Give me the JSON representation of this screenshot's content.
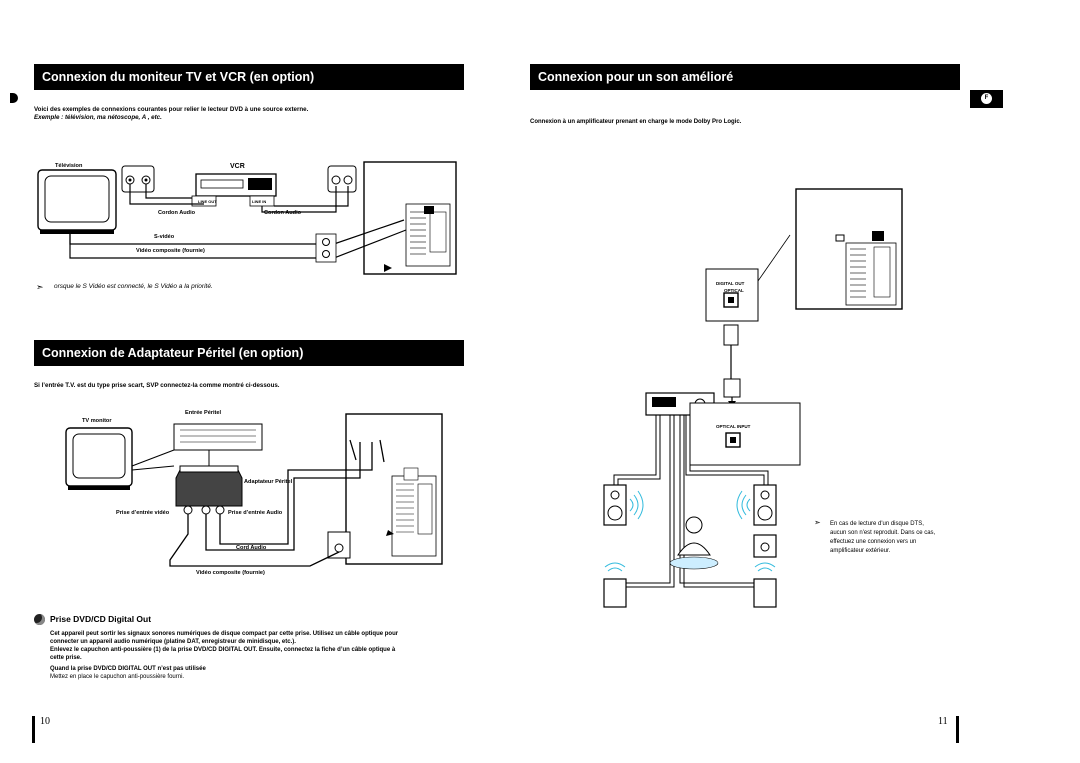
{
  "left_page": {
    "section1": {
      "title": "Connexion du moniteur TV et VCR (en option)",
      "intro_line1": "Voici des exemples de connexions courantes pour relier le lecteur DVD à une source externe.",
      "intro_line2": "Exemple : télévision, ma  nétoscope,  A             , etc.",
      "labels": {
        "television": "Télévision",
        "vcr": "VCR",
        "line_out": "LINE OUT",
        "line_in": "LINE IN",
        "cordon_audio_1": "Cordon Audio",
        "cordon_audio_2": "Cordon Audio",
        "s_video": "S-vidéo",
        "video_composite": "Vidéo composite (fournie)"
      },
      "note": "orsque le S Vidéo est connecté, le S Vidéo a la priorité."
    },
    "section2": {
      "title": "Connexion de Adaptateur Péritel (en option)",
      "intro": "Si l’entrée T.V. est du type prise scart, SVP connectez-la comme montré ci-dessous.",
      "labels": {
        "tv_monitor": "TV monitor",
        "entree_peritel": "Entrée Péritel",
        "adaptateur": "Adaptateur Péritel",
        "prise_video": "Prise d’entrée vidéo",
        "prise_audio": "Prise d’entrée Audio",
        "cord_audio": "Cord Audio",
        "video_composite": "Vidéo composite (fournie)"
      }
    },
    "section3": {
      "title": "Prise DVD/CD Digital Out",
      "p1_line1": "Cet appareil peut sortir les signaux sonores numériques de disque compact par cette prise. Utilisez un câble optique pour",
      "p1_line2": "connecter un appareil audio numérique (platine DAT, enregistreur de minidisque, etc.).",
      "p2_line1": "Enlevez le capuchon anti-poussière (1) de la prise DVD/CD DIGITAL OUT. Ensuite, connectez la fiche d’un câble optique à",
      "p2_line2": "cette prise.",
      "p3": "Quand la prise DVD/CD DIGITAL OUT n’est pas utilisée",
      "p4": "Mettez en place le capuchon anti-poussière fourni."
    },
    "page_number": "10"
  },
  "right_page": {
    "section_title": "Connexion pour un son amélioré",
    "lang_badge": "F",
    "intro": "Connexion à un amplificateur prenant en charge le mode Dolby Pro Logic.",
    "labels": {
      "digital_out": "DIGITAL OUT",
      "optical": "OPTICAL",
      "optical_input": "OPTICAL INPUT"
    },
    "note_line1": "En cas de lecture d'un disque DTS,",
    "note_line2": "aucun son n'est reproduit. Dans ce cas,",
    "note_line3": "effectuez une connexion vers un",
    "note_line4": "amplificateur extérieur.",
    "page_number": "11"
  }
}
